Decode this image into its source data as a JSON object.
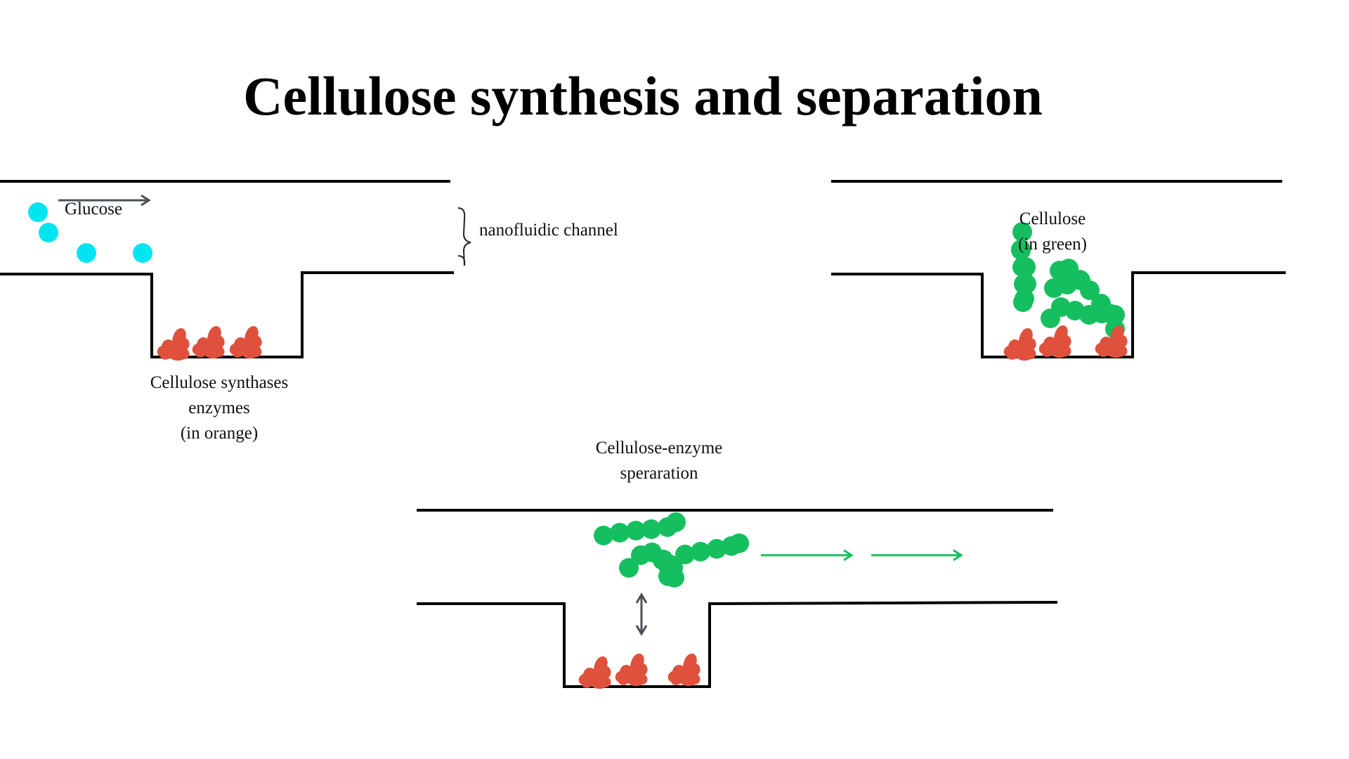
{
  "title": "Cellulose synthesis and separation",
  "labels": {
    "glucose": "Glucose",
    "channel": "nanofluidic channel",
    "synthases": [
      "Cellulose synthases",
      "enzymes",
      "(in orange)"
    ],
    "cellulose": [
      "Cellulose",
      "(in green)"
    ],
    "separation": [
      "Cellulose-enzyme",
      "speraration"
    ]
  },
  "colors": {
    "channel_wall": "#000000",
    "glucose": "#00e5f0",
    "enzyme": "#e0513d",
    "cellulose": "#15bf5f",
    "arrow_gray": "#4a5056",
    "arrow_green": "#15bf5f"
  },
  "icons": [
    "glucose-molecule",
    "enzyme-blob",
    "cellulose-chain",
    "flow-arrow",
    "curly-brace",
    "double-arrow"
  ]
}
